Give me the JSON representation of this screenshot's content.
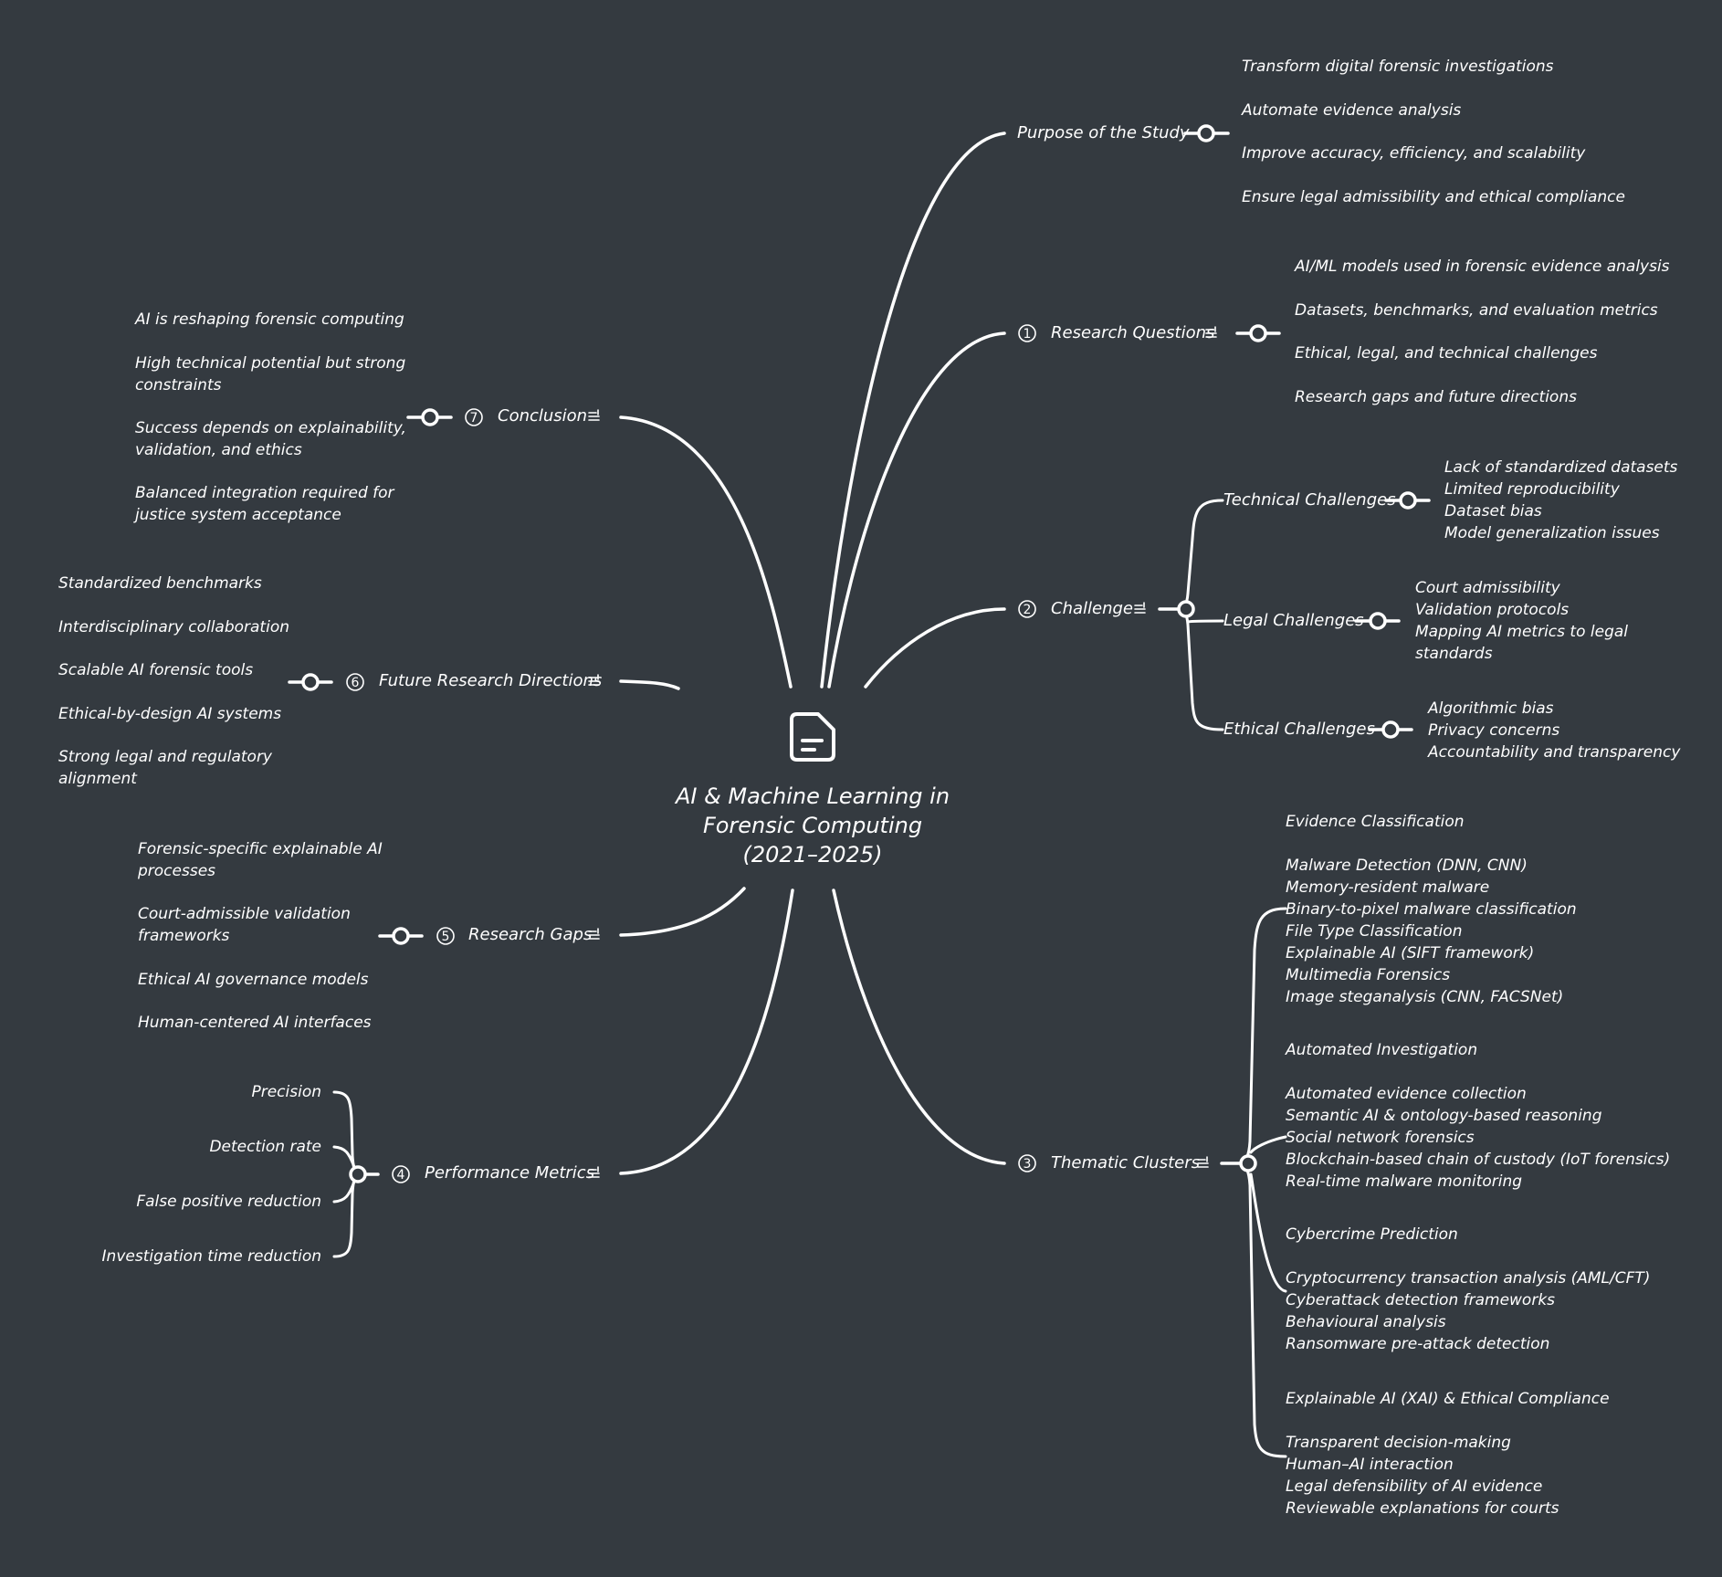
{
  "root": {
    "title_lines": [
      "AI & Machine Learning in",
      "Forensic Computing",
      "(2021–2025)"
    ],
    "icon": "document-icon"
  },
  "topics": {
    "purpose": {
      "label": "Purpose of the Study",
      "children": [
        "Transform digital forensic investigations",
        "Automate evidence analysis",
        "Improve accuracy, efficiency, and scalability",
        "Ensure legal admissibility and ethical compliance"
      ]
    },
    "research_questions": {
      "number": "1",
      "label": "Research Questions",
      "children": [
        "AI/ML models used in forensic evidence analysis",
        "Datasets, benchmarks, and evaluation metrics",
        "Ethical, legal, and technical challenges",
        "Research gaps and future directions"
      ]
    },
    "challenge": {
      "number": "2",
      "label": "Challenge",
      "subtopics": [
        {
          "label": "Technical Challenges",
          "items": [
            "Lack of standardized datasets",
            "Limited reproducibility",
            "Dataset bias",
            "Model generalization issues"
          ]
        },
        {
          "label": "Legal Challenges",
          "items": [
            "Court admissibility",
            "Validation protocols",
            "Mapping AI metrics to legal",
            "standards"
          ]
        },
        {
          "label": "Ethical Challenges",
          "items": [
            "Algorithmic bias",
            "Privacy concerns",
            "Accountability and transparency"
          ]
        }
      ]
    },
    "thematic_clusters": {
      "number": "3",
      "label": "Thematic Clusters",
      "clusters": [
        {
          "heading": "Evidence Classification",
          "items": [
            "Malware Detection (DNN, CNN)",
            "Memory-resident malware",
            "Binary-to-pixel malware classification",
            "File Type Classification",
            "Explainable AI (SIFT framework)",
            "Multimedia Forensics",
            "Image steganalysis (CNN, FACSNet)"
          ]
        },
        {
          "heading": "Automated Investigation",
          "items": [
            "Automated evidence collection",
            "Semantic AI & ontology-based reasoning",
            "Social network forensics",
            "Blockchain-based chain of custody (IoT forensics)",
            "Real-time malware monitoring"
          ]
        },
        {
          "heading": "Cybercrime Prediction",
          "items": [
            "Cryptocurrency transaction analysis (AML/CFT)",
            "Cyberattack detection frameworks",
            "Behavioural analysis",
            "Ransomware pre-attack detection"
          ]
        },
        {
          "heading": "Explainable AI (XAI) & Ethical Compliance",
          "items": [
            "Transparent decision-making",
            "Human–AI interaction",
            "Legal defensibility of AI evidence",
            "Reviewable explanations for courts"
          ]
        }
      ]
    },
    "performance_metrics": {
      "number": "4",
      "label": "Performance Metrics",
      "children": [
        "Precision",
        "Detection rate",
        "False positive reduction",
        "Investigation time reduction"
      ]
    },
    "research_gaps": {
      "number": "5",
      "label": "Research Gaps",
      "children": [
        [
          "Forensic-specific explainable AI",
          "processes"
        ],
        [
          "Court-admissible validation",
          "frameworks"
        ],
        [
          "Ethical AI governance models"
        ],
        [
          "Human-centered AI interfaces"
        ]
      ]
    },
    "future_research": {
      "number": "6",
      "label": "Future Research Directions",
      "children": [
        [
          "Standardized benchmarks"
        ],
        [
          "Interdisciplinary collaboration"
        ],
        [
          "Scalable AI forensic tools"
        ],
        [
          "Ethical-by-design AI systems"
        ],
        [
          "Strong legal and regulatory",
          "alignment"
        ]
      ]
    },
    "conclusion": {
      "number": "7",
      "label": "Conclusion",
      "children": [
        [
          "AI is reshaping forensic computing"
        ],
        [
          "High technical potential but strong",
          "constraints"
        ],
        [
          "Success depends on explainability,",
          "validation, and ethics"
        ],
        [
          "Balanced integration required for",
          "justice system acceptance"
        ]
      ]
    }
  }
}
